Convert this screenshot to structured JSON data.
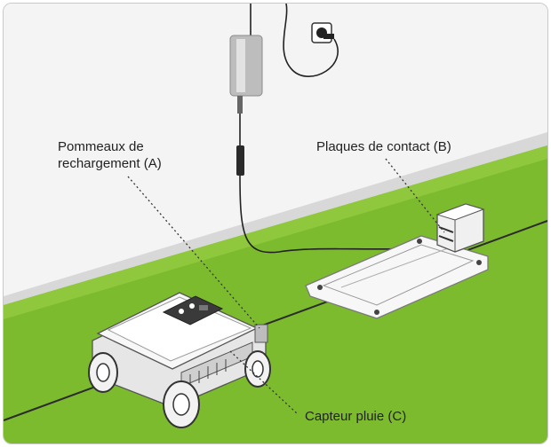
{
  "labels": {
    "charging_pins": {
      "line1": "Pommeaux de",
      "line2": "rechargement (A)"
    },
    "contact_plates": "Plaques de contact (B)",
    "rain_sensor": "Capteur pluie (C)"
  },
  "colors": {
    "wall": "#f3f3f3",
    "wall_shade": "#dcdcdc",
    "ground_top": "#7dbb2e",
    "ground_front": "#5f9b1c",
    "robot_body": "#f2f2f2",
    "robot_dark": "#3a3a3a",
    "leader_line": "#333333"
  },
  "icons": [
    "wall-socket-icon",
    "power-supply-icon",
    "robot-mower-icon",
    "charging-station-icon"
  ]
}
